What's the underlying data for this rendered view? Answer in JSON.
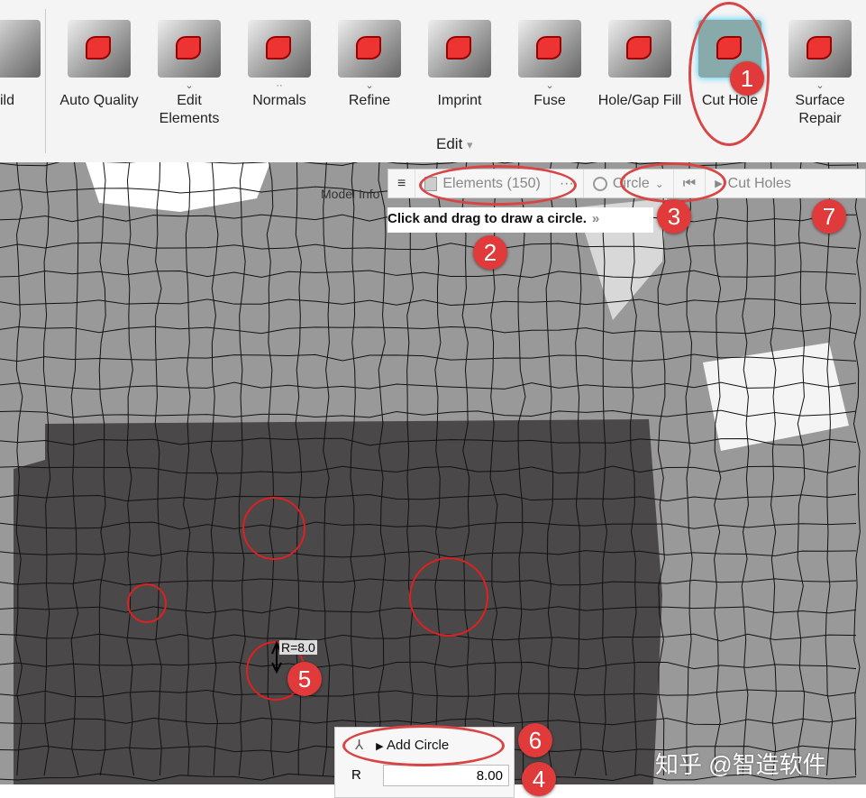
{
  "ribbon": {
    "partial_left_label": "ild",
    "tools": [
      {
        "label": "Auto Quality",
        "chevron": ""
      },
      {
        "label": "Edit Elements",
        "chevron": "⌄"
      },
      {
        "label": "Normals",
        "chevron": "··"
      },
      {
        "label": "Refine",
        "chevron": "⌄"
      },
      {
        "label": "Imprint",
        "chevron": ""
      },
      {
        "label": "Fuse",
        "chevron": "⌄"
      },
      {
        "label": "Hole/Gap Fill",
        "chevron": ""
      },
      {
        "label": "Cut Hole",
        "chevron": ""
      },
      {
        "label": "Surface Repair",
        "chevron": "⌄"
      }
    ],
    "group_label": "Edit",
    "group_arrow": "▾"
  },
  "toolbar": {
    "menu": "≡",
    "selector": "Elements (150)",
    "more": "···",
    "shape": "Circle",
    "shape_arrow": "⌄",
    "first": "⏮",
    "cut": "Cut Holes",
    "play": "▶"
  },
  "hint": {
    "text": "Click and drag to draw a circle.",
    "expand": "»"
  },
  "model_info": "Model Info",
  "radius_label": "R=8.0",
  "panel": {
    "add": "Add Circle",
    "r_label": "R",
    "r_value": "8.00"
  },
  "badges": [
    "1",
    "2",
    "3",
    "4",
    "5",
    "6",
    "7"
  ],
  "watermark": "知乎 @智造软件",
  "colors": {
    "annotation": "#e03a3a",
    "mesh_light": "#9a9999",
    "mesh_dark": "#4a4848"
  }
}
